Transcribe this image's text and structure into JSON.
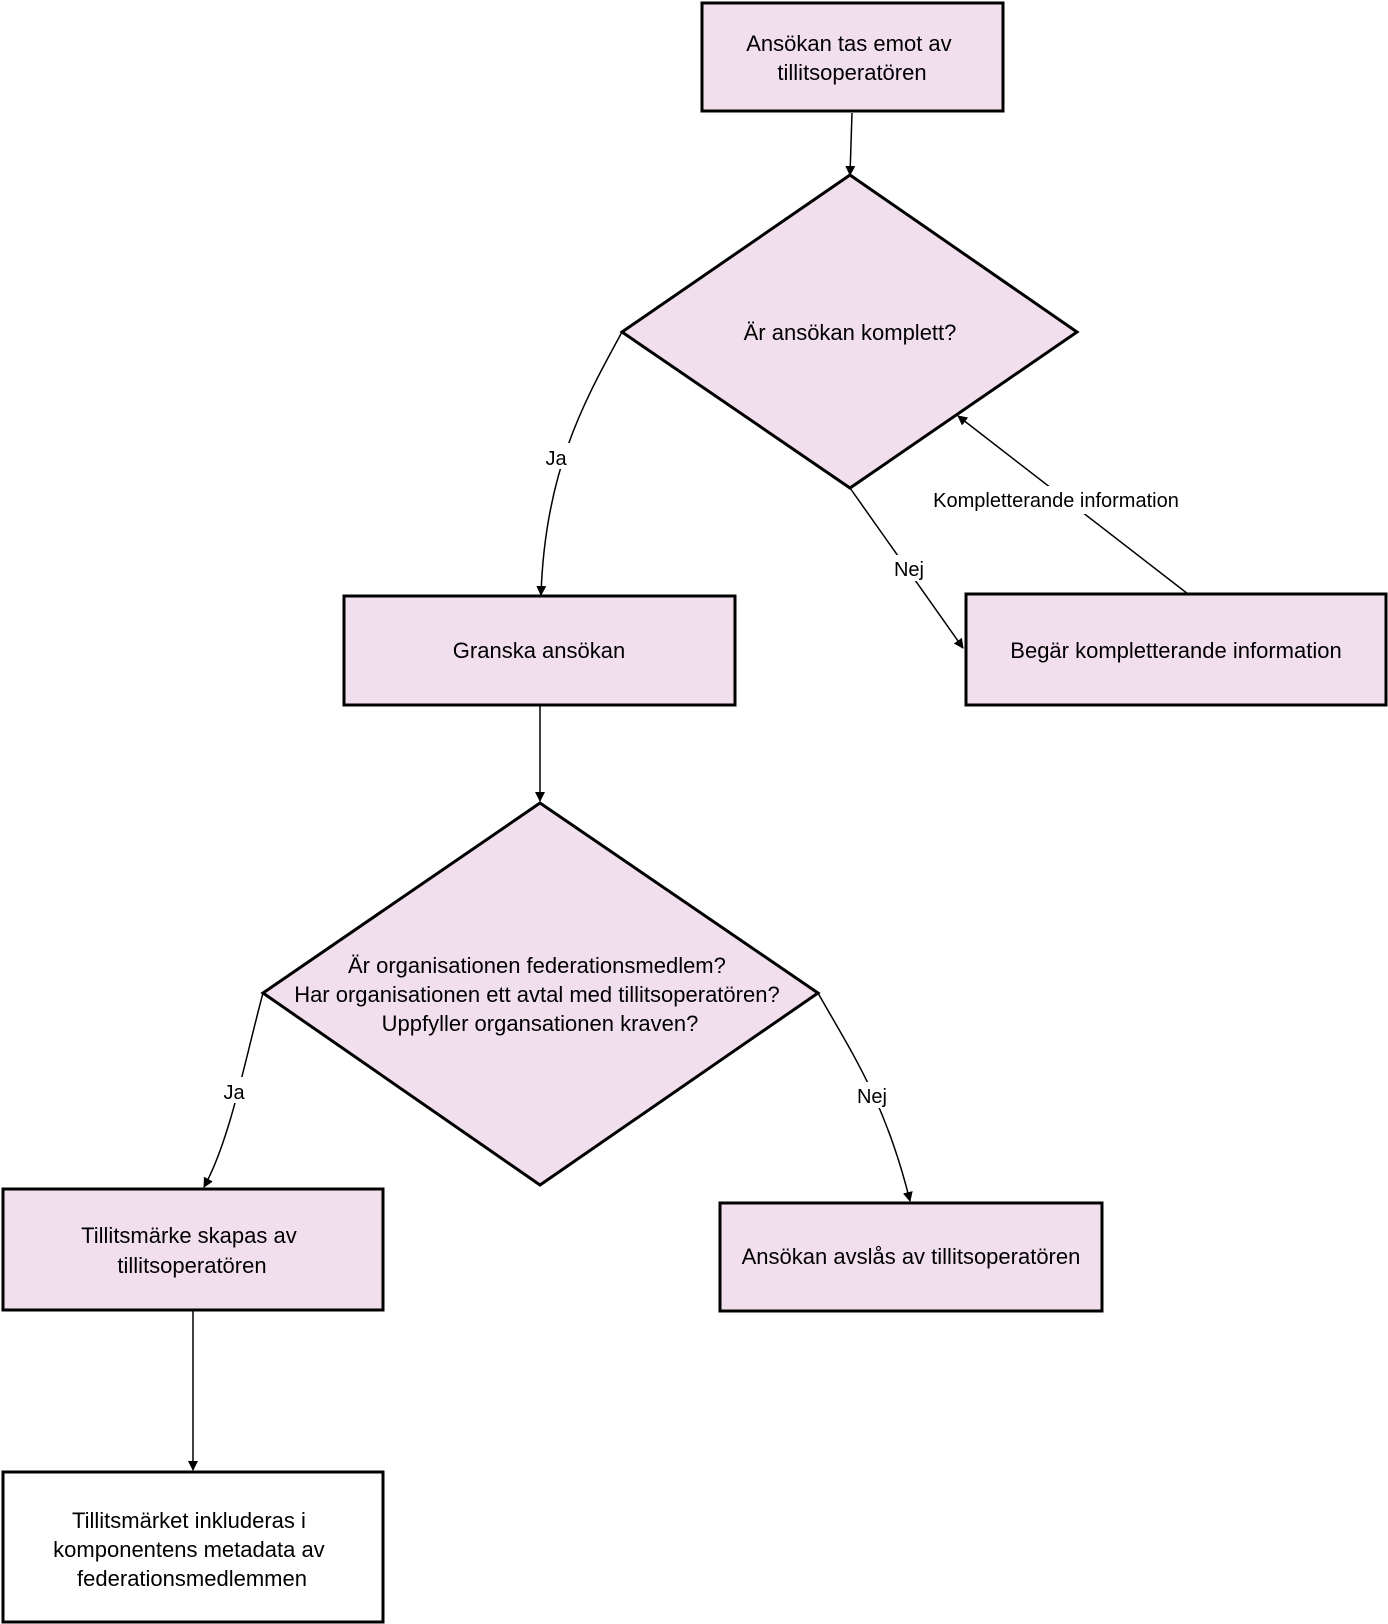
{
  "colors": {
    "fill": "#f2dfee",
    "plain": "#ffffff",
    "stroke": "#000000"
  },
  "nodes": {
    "receive": [
      "Ansökan tas emot av",
      "tillitsoperatören"
    ],
    "complete_q": [
      "Är ansökan komplett?"
    ],
    "review": [
      "Granska ansökan"
    ],
    "request_info": [
      "Begär kompletterande information"
    ],
    "member_q": [
      "Är organisationen federationsmedlem?",
      "Har organisationen ett avtal med tillitsoperatören?",
      "Uppfyller organsationen kraven?"
    ],
    "mark_created": [
      "Tillitsmärke skapas av",
      "tillitsoperatören"
    ],
    "rejected": [
      "Ansökan avslås av tillitsoperatören"
    ],
    "mark_included": [
      "Tillitsmärket inkluderas i",
      "komponentens metadata av",
      "federationsmedlemmen"
    ]
  },
  "edges": {
    "ja_1": "Ja",
    "nej_1": "Nej",
    "supplement": "Kompletterande information",
    "ja_2": "Ja",
    "nej_2": "Nej"
  }
}
